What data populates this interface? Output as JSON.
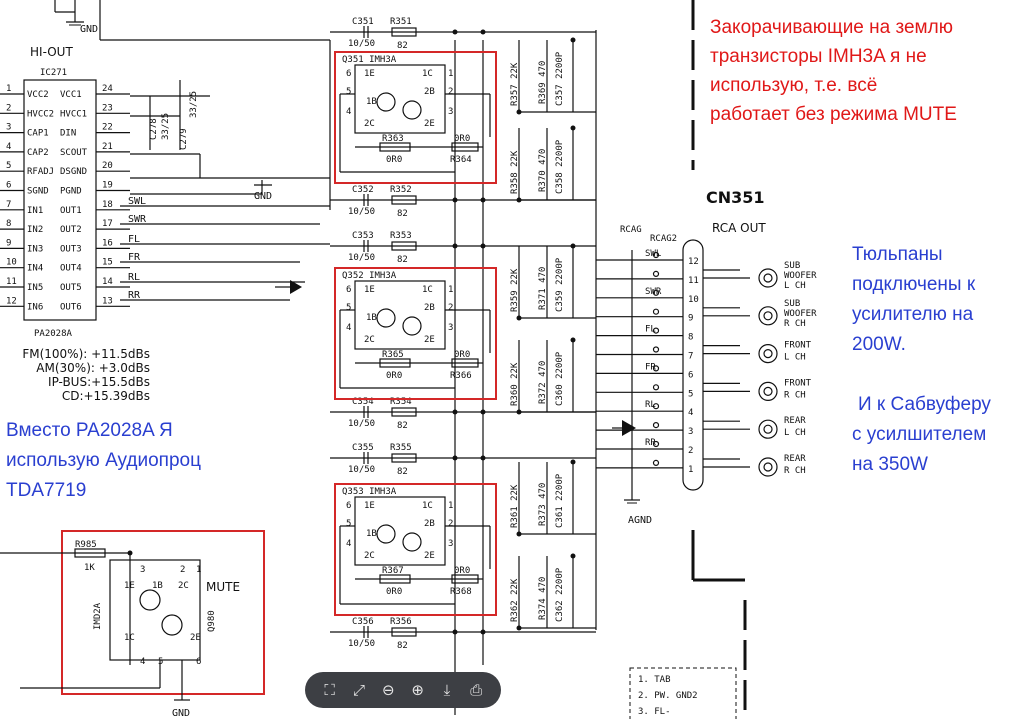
{
  "header": {
    "gnd_top": "GND",
    "hi_out": "HI-OUT",
    "ic_ref": "IC271",
    "ic_part": "PA2028A"
  },
  "ic_pins_left": [
    {
      "num": "1",
      "name": "VCC2"
    },
    {
      "num": "2",
      "name": "HVCC2"
    },
    {
      "num": "3",
      "name": "CAP1"
    },
    {
      "num": "4",
      "name": "CAP2"
    },
    {
      "num": "5",
      "name": "RFADJ"
    },
    {
      "num": "6",
      "name": "SGND"
    },
    {
      "num": "7",
      "name": "IN1"
    },
    {
      "num": "8",
      "name": "IN2"
    },
    {
      "num": "9",
      "name": "IN3"
    },
    {
      "num": "10",
      "name": "IN4"
    },
    {
      "num": "11",
      "name": "IN5"
    },
    {
      "num": "12",
      "name": "IN6"
    }
  ],
  "ic_pins_right": [
    {
      "num": "24",
      "name": "VCC1"
    },
    {
      "num": "23",
      "name": "HVCC1"
    },
    {
      "num": "22",
      "name": "DIN"
    },
    {
      "num": "21",
      "name": "SCOUT"
    },
    {
      "num": "20",
      "name": "DSGND"
    },
    {
      "num": "19",
      "name": "PGND"
    },
    {
      "num": "18",
      "name": "OUT1"
    },
    {
      "num": "17",
      "name": "OUT2"
    },
    {
      "num": "16",
      "name": "OUT3"
    },
    {
      "num": "15",
      "name": "OUT4"
    },
    {
      "num": "14",
      "name": "OUT5"
    },
    {
      "num": "13",
      "name": "OUT6"
    }
  ],
  "ic_side_caps": [
    "C278",
    "33/25",
    "C279",
    "33/25"
  ],
  "gnd_mid": "GND",
  "signals": [
    "SWL",
    "SWR",
    "FL",
    "FR",
    "RL",
    "RR"
  ],
  "levels": [
    "FM(100%): +11.5dBs",
    "AM(30%): +3.0dBs",
    "IP-BUS:+15.5dBs",
    "CD:+15.39dBs"
  ],
  "caps_in": [
    {
      "c": "C351",
      "cv": "10/50",
      "r": "R351",
      "rv": "82"
    },
    {
      "c": "C352",
      "cv": "10/50",
      "r": "R352",
      "rv": "82"
    },
    {
      "c": "C353",
      "cv": "10/50",
      "r": "R353",
      "rv": "82"
    },
    {
      "c": "C354",
      "cv": "10/50",
      "r": "R354",
      "rv": "82"
    },
    {
      "c": "C355",
      "cv": "10/50",
      "r": "R355",
      "rv": "82"
    },
    {
      "c": "C356",
      "cv": "10/50",
      "r": "R356",
      "rv": "82"
    }
  ],
  "q_blocks": [
    {
      "title": "Q351 IMH3A",
      "r1": "R363",
      "r1v": "0R0",
      "r2": "R364",
      "r2v": "0R0"
    },
    {
      "title": "Q352 IMH3A",
      "r1": "R365",
      "r1v": "0R0",
      "r2": "R366",
      "r2v": "0R0"
    },
    {
      "title": "Q353 IMH3A",
      "r1": "R367",
      "r1v": "0R0",
      "r2": "R368",
      "r2v": "0R0"
    }
  ],
  "q_pins": [
    "6",
    "1E",
    "1C",
    "1",
    "5",
    "1B",
    "2B",
    "2",
    "4",
    "2C",
    "2E",
    "3"
  ],
  "rc_vertical": [
    {
      "a": "R357 22K",
      "b": "C357 2200P",
      "c": "R369 470"
    },
    {
      "a": "R358 22K",
      "b": "C358 2200P",
      "c": "R370 470"
    },
    {
      "a": "R359 22K",
      "b": "C359 2200P",
      "c": "R371 470"
    },
    {
      "a": "R360 22K",
      "b": "C360 2200P",
      "c": "R372 470"
    },
    {
      "a": "R361 22K",
      "b": "C361 2200P",
      "c": "R373 470"
    },
    {
      "a": "R362 22K",
      "b": "C362 2200P",
      "c": "R374 470"
    }
  ],
  "connector": {
    "ref": "CN351",
    "name": "RCA OUT",
    "rcag": "RCAG",
    "rcag2": "RCAG2",
    "agnd": "AGND",
    "pins": [
      "12",
      "11",
      "10",
      "9",
      "8",
      "7",
      "6",
      "5",
      "4",
      "3",
      "2",
      "1"
    ],
    "nets": [
      "SWL",
      "SWR",
      "FL",
      "FR",
      "RL",
      "RR"
    ],
    "jacks": [
      {
        "l1": "SUB",
        "l2": "WOOFER",
        "l3": "L CH"
      },
      {
        "l1": "SUB",
        "l2": "WOOFER",
        "l3": "R CH"
      },
      {
        "l1": "FRONT",
        "l2": "L CH",
        "l3": ""
      },
      {
        "l1": "FRONT",
        "l2": "R CH",
        "l3": ""
      },
      {
        "l1": "REAR",
        "l2": "L CH",
        "l3": ""
      },
      {
        "l1": "REAR",
        "l2": "R CH",
        "l3": ""
      }
    ]
  },
  "mute": {
    "r_ref": "R985",
    "r_val": "1K",
    "q_ref": "Q980",
    "part": "IMD2A",
    "label": "MUTE",
    "gnd": "GND",
    "pins": [
      "3",
      "1E",
      "1B",
      "2",
      "2C",
      "1",
      "1C",
      "4",
      "5",
      "2E",
      "6"
    ]
  },
  "legend": [
    "1. TAB",
    "2. PW. GND2",
    "3. FL-"
  ],
  "annotations": {
    "red": [
      "Закорачивающие на землю",
      "транзисторы IMH3A я не",
      "использую, т.е. всё",
      "работает без режима MUTE"
    ],
    "blue_right": [
      "Тюльпаны",
      "подключены к",
      "усилителю на",
      "200W.",
      "И к Сабвуферу",
      "с усилшителем",
      "на 350W"
    ],
    "blue_left": [
      "Вместо PA2028A Я",
      "использую Аудиопроц",
      "TDA7719"
    ]
  },
  "toolbar": [
    {
      "name": "fit-page-icon",
      "glyph": "⛶"
    },
    {
      "name": "fit-width-icon",
      "glyph": "⤢"
    },
    {
      "name": "zoom-out-icon",
      "glyph": "⊖"
    },
    {
      "name": "zoom-in-icon",
      "glyph": "⊕"
    },
    {
      "name": "download-icon",
      "glyph": "⤓"
    },
    {
      "name": "print-icon",
      "glyph": "⎙"
    }
  ]
}
